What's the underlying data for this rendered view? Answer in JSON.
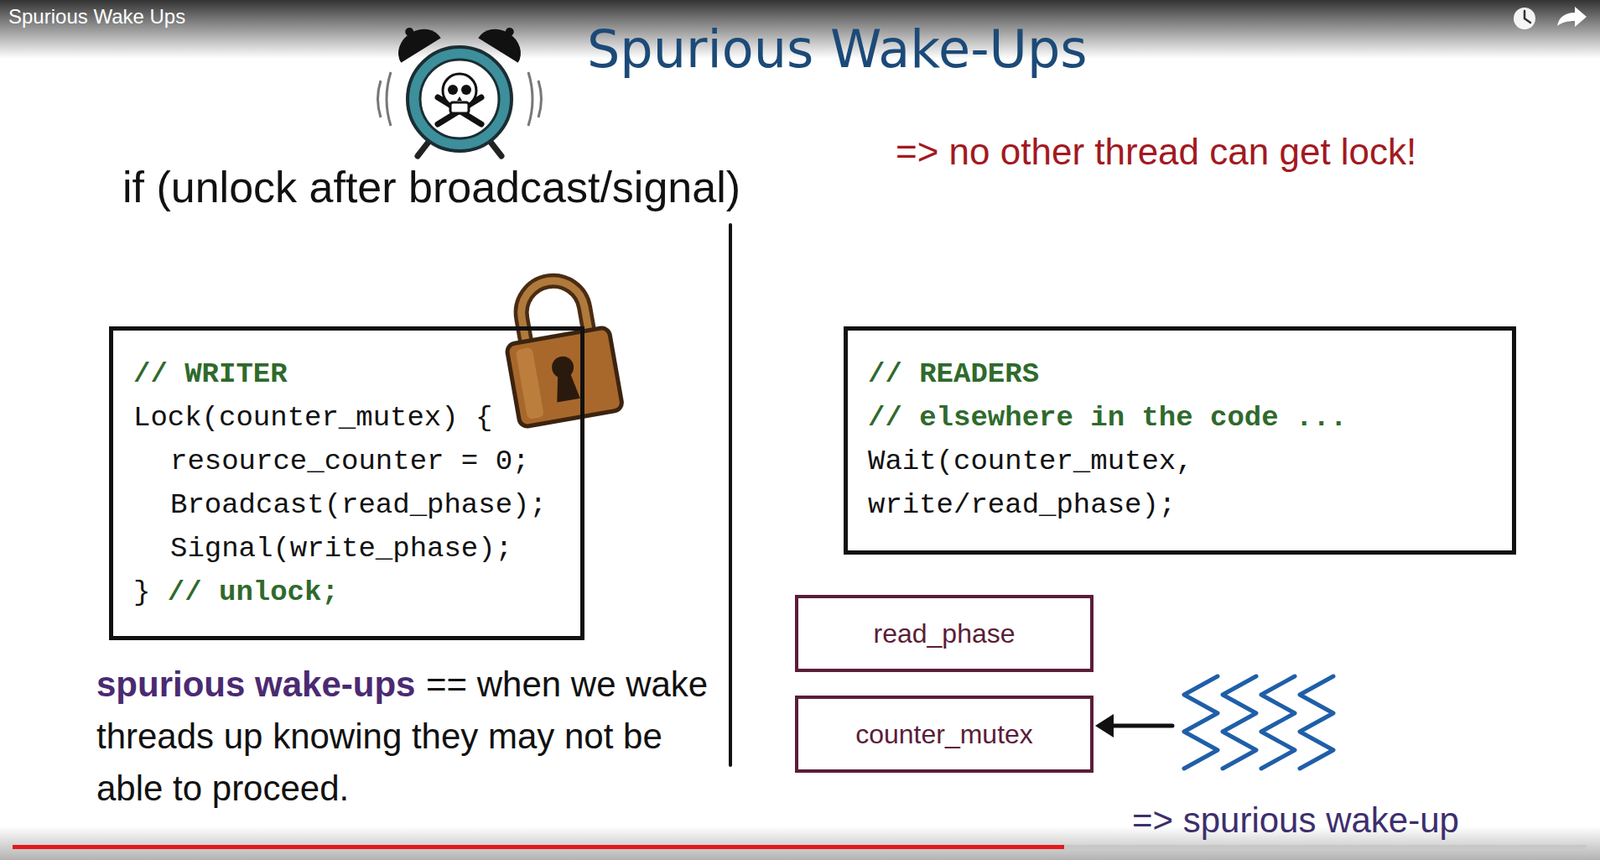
{
  "diagram": {
    "title": "Spurious Wake-Ups",
    "nodes": [
      {
        "text": [
          "// WRITER",
          "Lock(counter_mutex) {",
          "resource_counter = 0;",
          "Broadcast(read_phase);",
          "Signal(write_phase);",
          "}",
          "// unlock;"
        ]
      },
      {
        "text": [
          "// READERS",
          "// elsewhere in the code ...",
          "Wait(counter_mutex,",
          "write/read_phase);"
        ]
      },
      {
        "text": [
          "read_phase"
        ]
      },
      {
        "text": [
          "counter_mutex"
        ]
      }
    ],
    "labels": [
      "Spurious Wake Ups",
      "if (unlock after broadcast/signal)",
      "=> no other thread can get lock!",
      "spurious wake-ups",
      "== when we wake threads up knowing they may not be able to proceed.",
      "=> spurious wake-up"
    ]
  }
}
